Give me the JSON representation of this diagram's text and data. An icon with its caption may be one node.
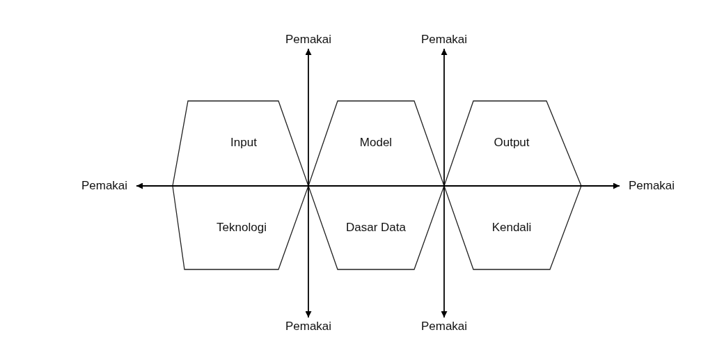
{
  "diagram": {
    "nodes": [
      {
        "text": [
          "Pemakai"
        ]
      },
      {
        "text": [
          "Pemakai"
        ]
      },
      {
        "text": [
          "Input"
        ]
      },
      {
        "text": [
          "Model"
        ]
      },
      {
        "text": [
          "Output"
        ]
      },
      {
        "text": [
          "Pemakai"
        ]
      },
      {
        "text": [
          "Pemakai"
        ]
      },
      {
        "text": [
          "Teknologi"
        ]
      },
      {
        "text": [
          "Dasar Data"
        ]
      },
      {
        "text": [
          "Kendali"
        ]
      },
      {
        "text": [
          "Pemakai"
        ]
      },
      {
        "text": [
          "Pemakai"
        ]
      }
    ],
    "edges": [
      {
        "from": 5,
        "to": 6,
        "arrow": "both"
      },
      {
        "from": 0,
        "to": 10,
        "arrow": "both"
      },
      {
        "from": 1,
        "to": 11,
        "arrow": "both"
      }
    ]
  }
}
